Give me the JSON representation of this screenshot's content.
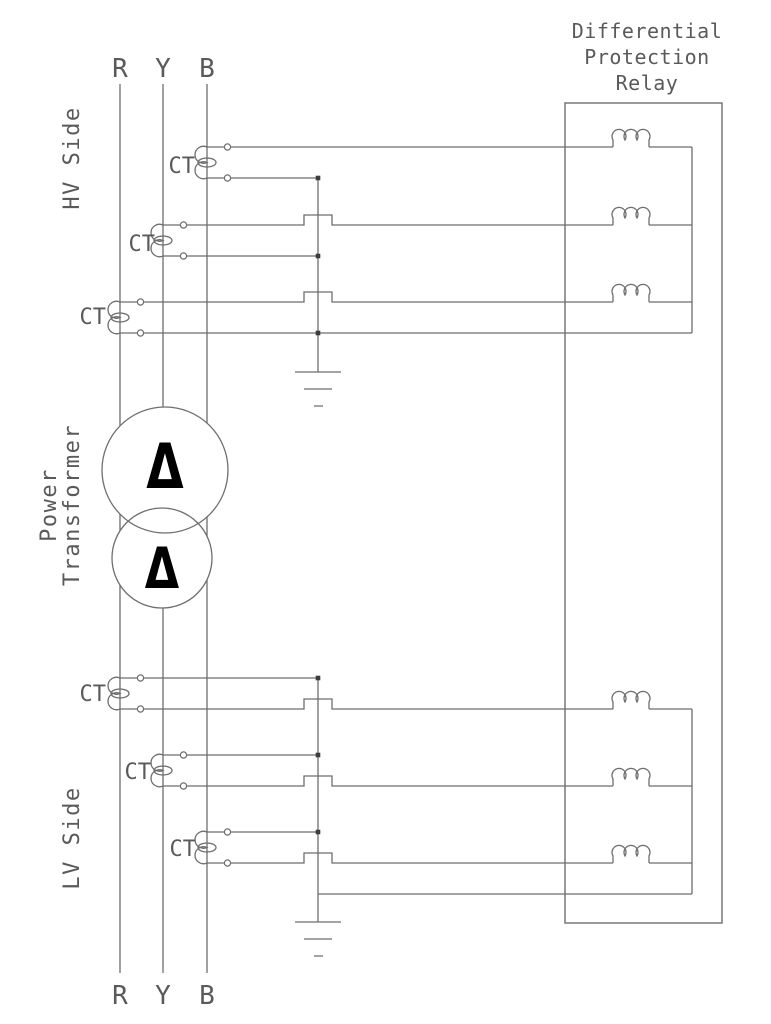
{
  "diagram": {
    "relay_title": {
      "line1": "Differential",
      "line2": "Protection",
      "line3": "Relay"
    },
    "side_labels": {
      "hv": "HV Side",
      "lv": "LV Side"
    },
    "transformer_label": {
      "line1": "Power",
      "line2": "Transformer"
    },
    "phases": {
      "r": "R",
      "y": "Y",
      "b": "B"
    },
    "ct_label": "CT",
    "winding_symbol": "Δ",
    "colors": {
      "line": "#6e6e6e",
      "text": "#5a5a5a",
      "junction_dot": "#3c3c3c",
      "winding_symbol": "#000000",
      "background": "#ffffff"
    }
  }
}
